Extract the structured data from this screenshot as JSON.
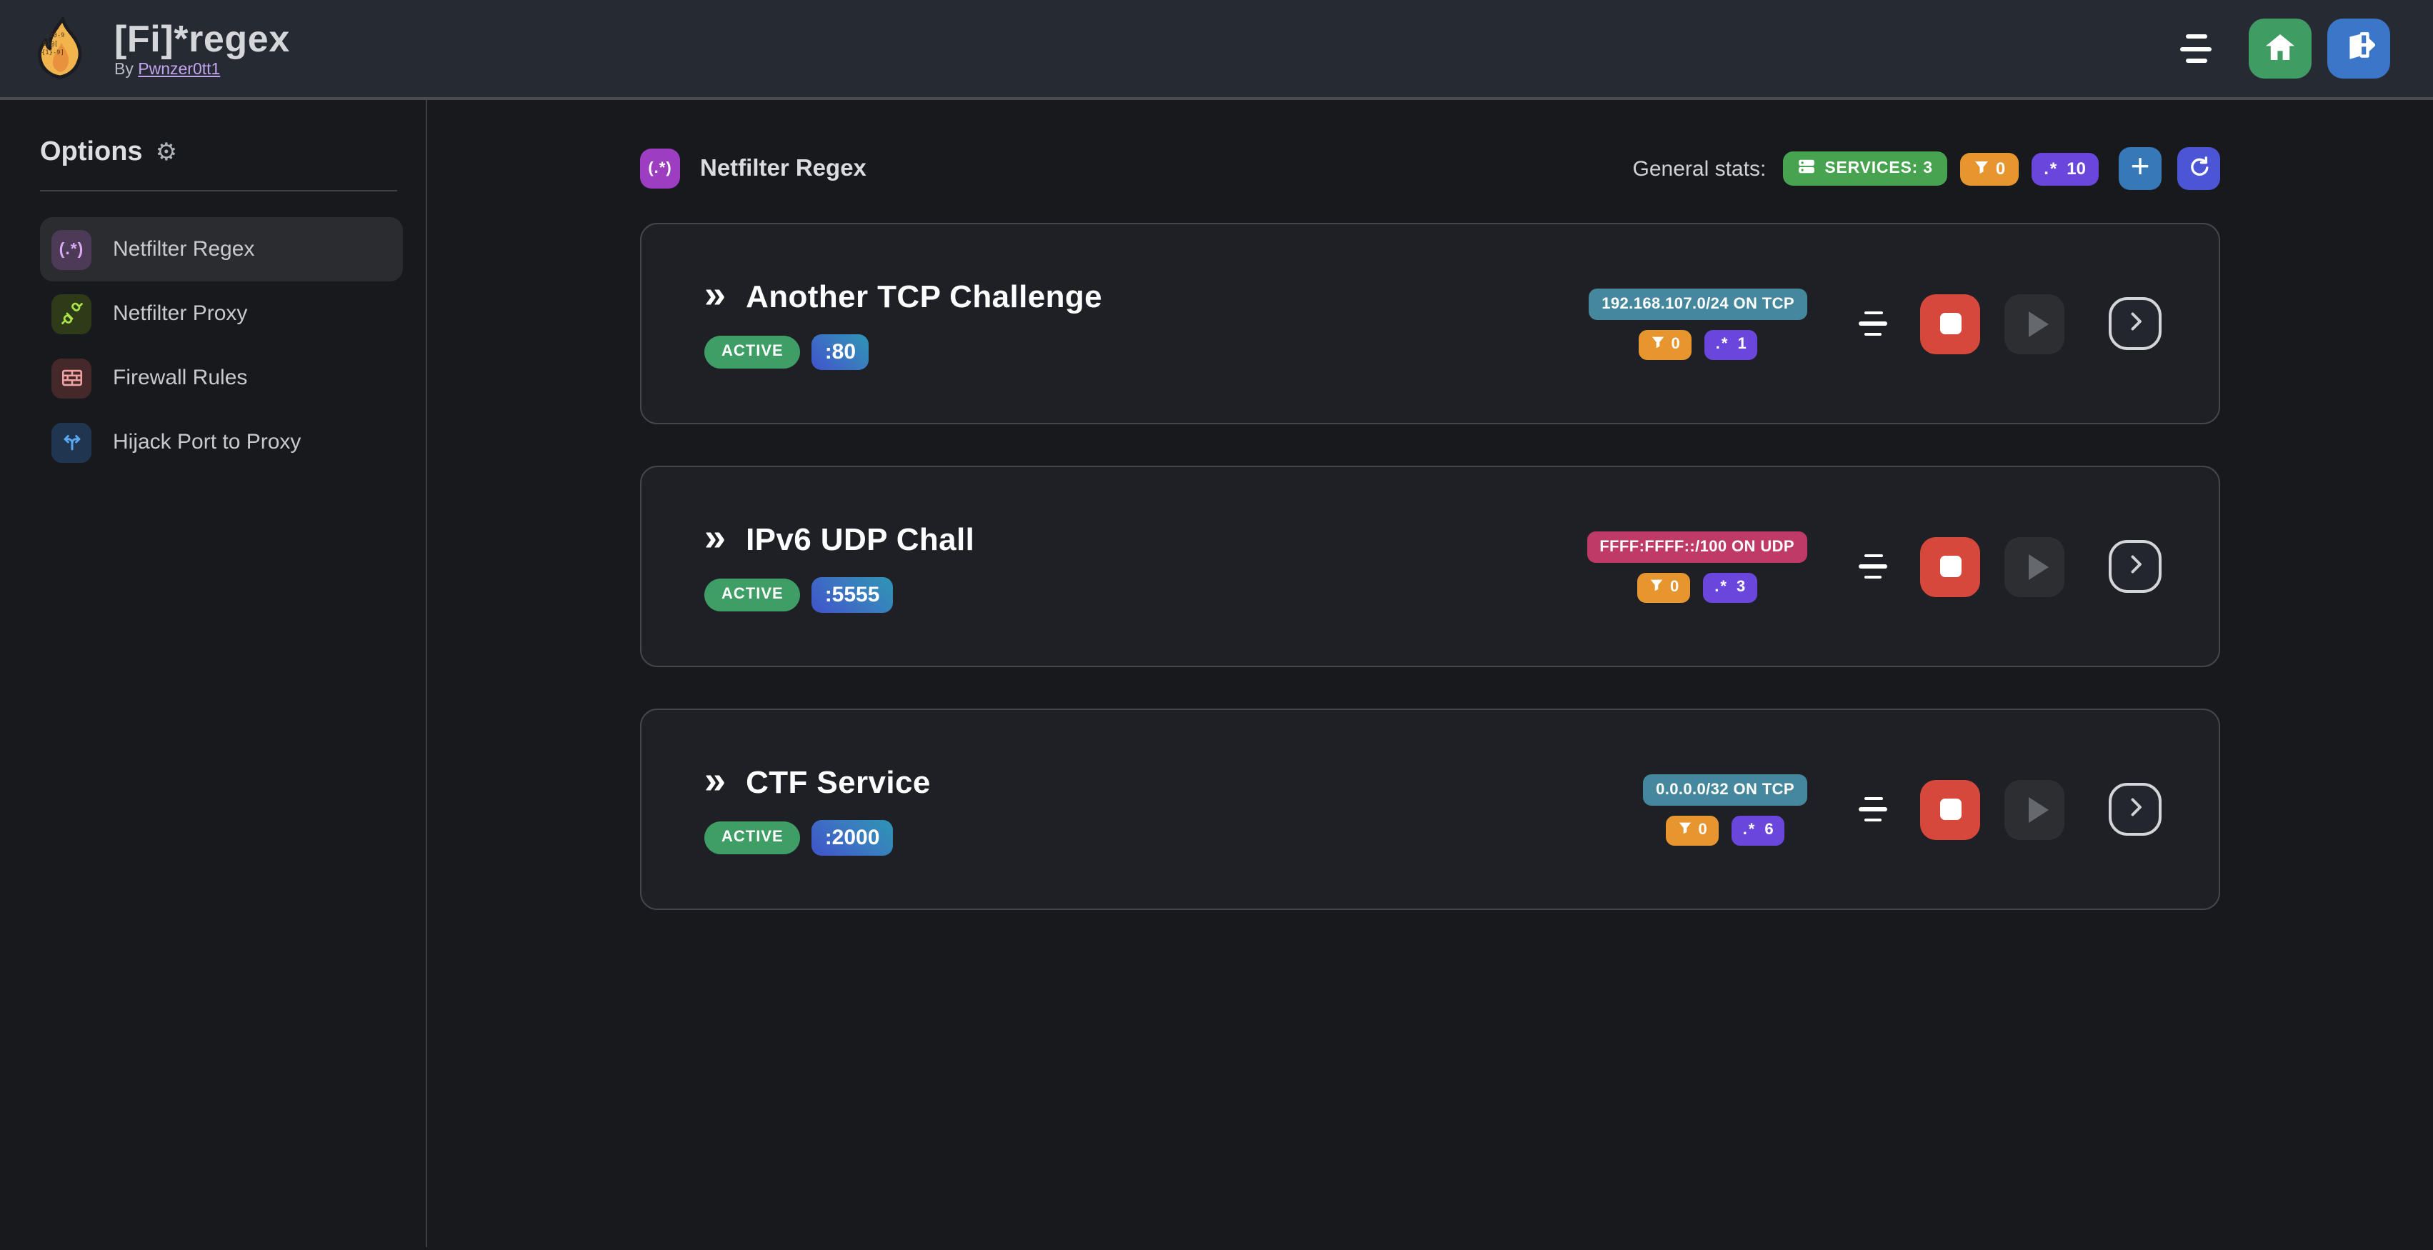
{
  "header": {
    "title": "[Fi]*regex",
    "byline_prefix": "By",
    "byline_link": "Pwnzer0tt1"
  },
  "sidebar": {
    "heading": "Options",
    "gear": "⚙",
    "items": [
      {
        "label": "Netfilter Regex",
        "icon_text": "(.*)"
      },
      {
        "label": "Netfilter Proxy"
      },
      {
        "label": "Firewall Rules"
      },
      {
        "label": "Hijack Port to Proxy"
      }
    ]
  },
  "main": {
    "section_title": "Netfilter Regex",
    "section_icon_text": "(.*)",
    "stats_label": "General stats:",
    "stats": {
      "services": "SERVICES: 3",
      "filters": "0",
      "regexes": "10"
    },
    "services": [
      {
        "title": "Another TCP Challenge",
        "status": "ACTIVE",
        "port": ":80",
        "cidr": "192.168.107.0/24 ON TCP",
        "cidr_color": "#45889d",
        "filters": "0",
        "regexes": "1"
      },
      {
        "title": "IPv6 UDP Chall",
        "status": "ACTIVE",
        "port": ":5555",
        "cidr": "FFFF:FFFF::/100 ON UDP",
        "cidr_color": "#bf3a66",
        "filters": "0",
        "regexes": "3"
      },
      {
        "title": "CTF Service",
        "status": "ACTIVE",
        "port": ":2000",
        "cidr": "0.0.0.0/32 ON TCP",
        "cidr_color": "#45889d",
        "filters": "0",
        "regexes": "6"
      }
    ]
  },
  "icons": {
    "chevrons": "»",
    "regex_glyph": ".*",
    "plus": "+"
  },
  "colors": {
    "topbar_bg": "#262b33",
    "page_bg": "#17191d",
    "card_bg": "#1e2025",
    "card_border": "#43464b",
    "green_badge": "#47a34f",
    "active_badge": "#3f9e66",
    "orange_badge": "#e6952f",
    "indigo_badge": "#6b46dd",
    "teal_badge": "#45889d",
    "pink_badge": "#bf3a66",
    "home_btn": "#3f9c62",
    "logout_btn": "#3b76c9",
    "plus_btn": "#3778b8",
    "refresh_btn": "#4c55d6",
    "stop_btn": "#d6483c",
    "section_icon": "#9d3ec1",
    "link": "#c3a4ee"
  }
}
